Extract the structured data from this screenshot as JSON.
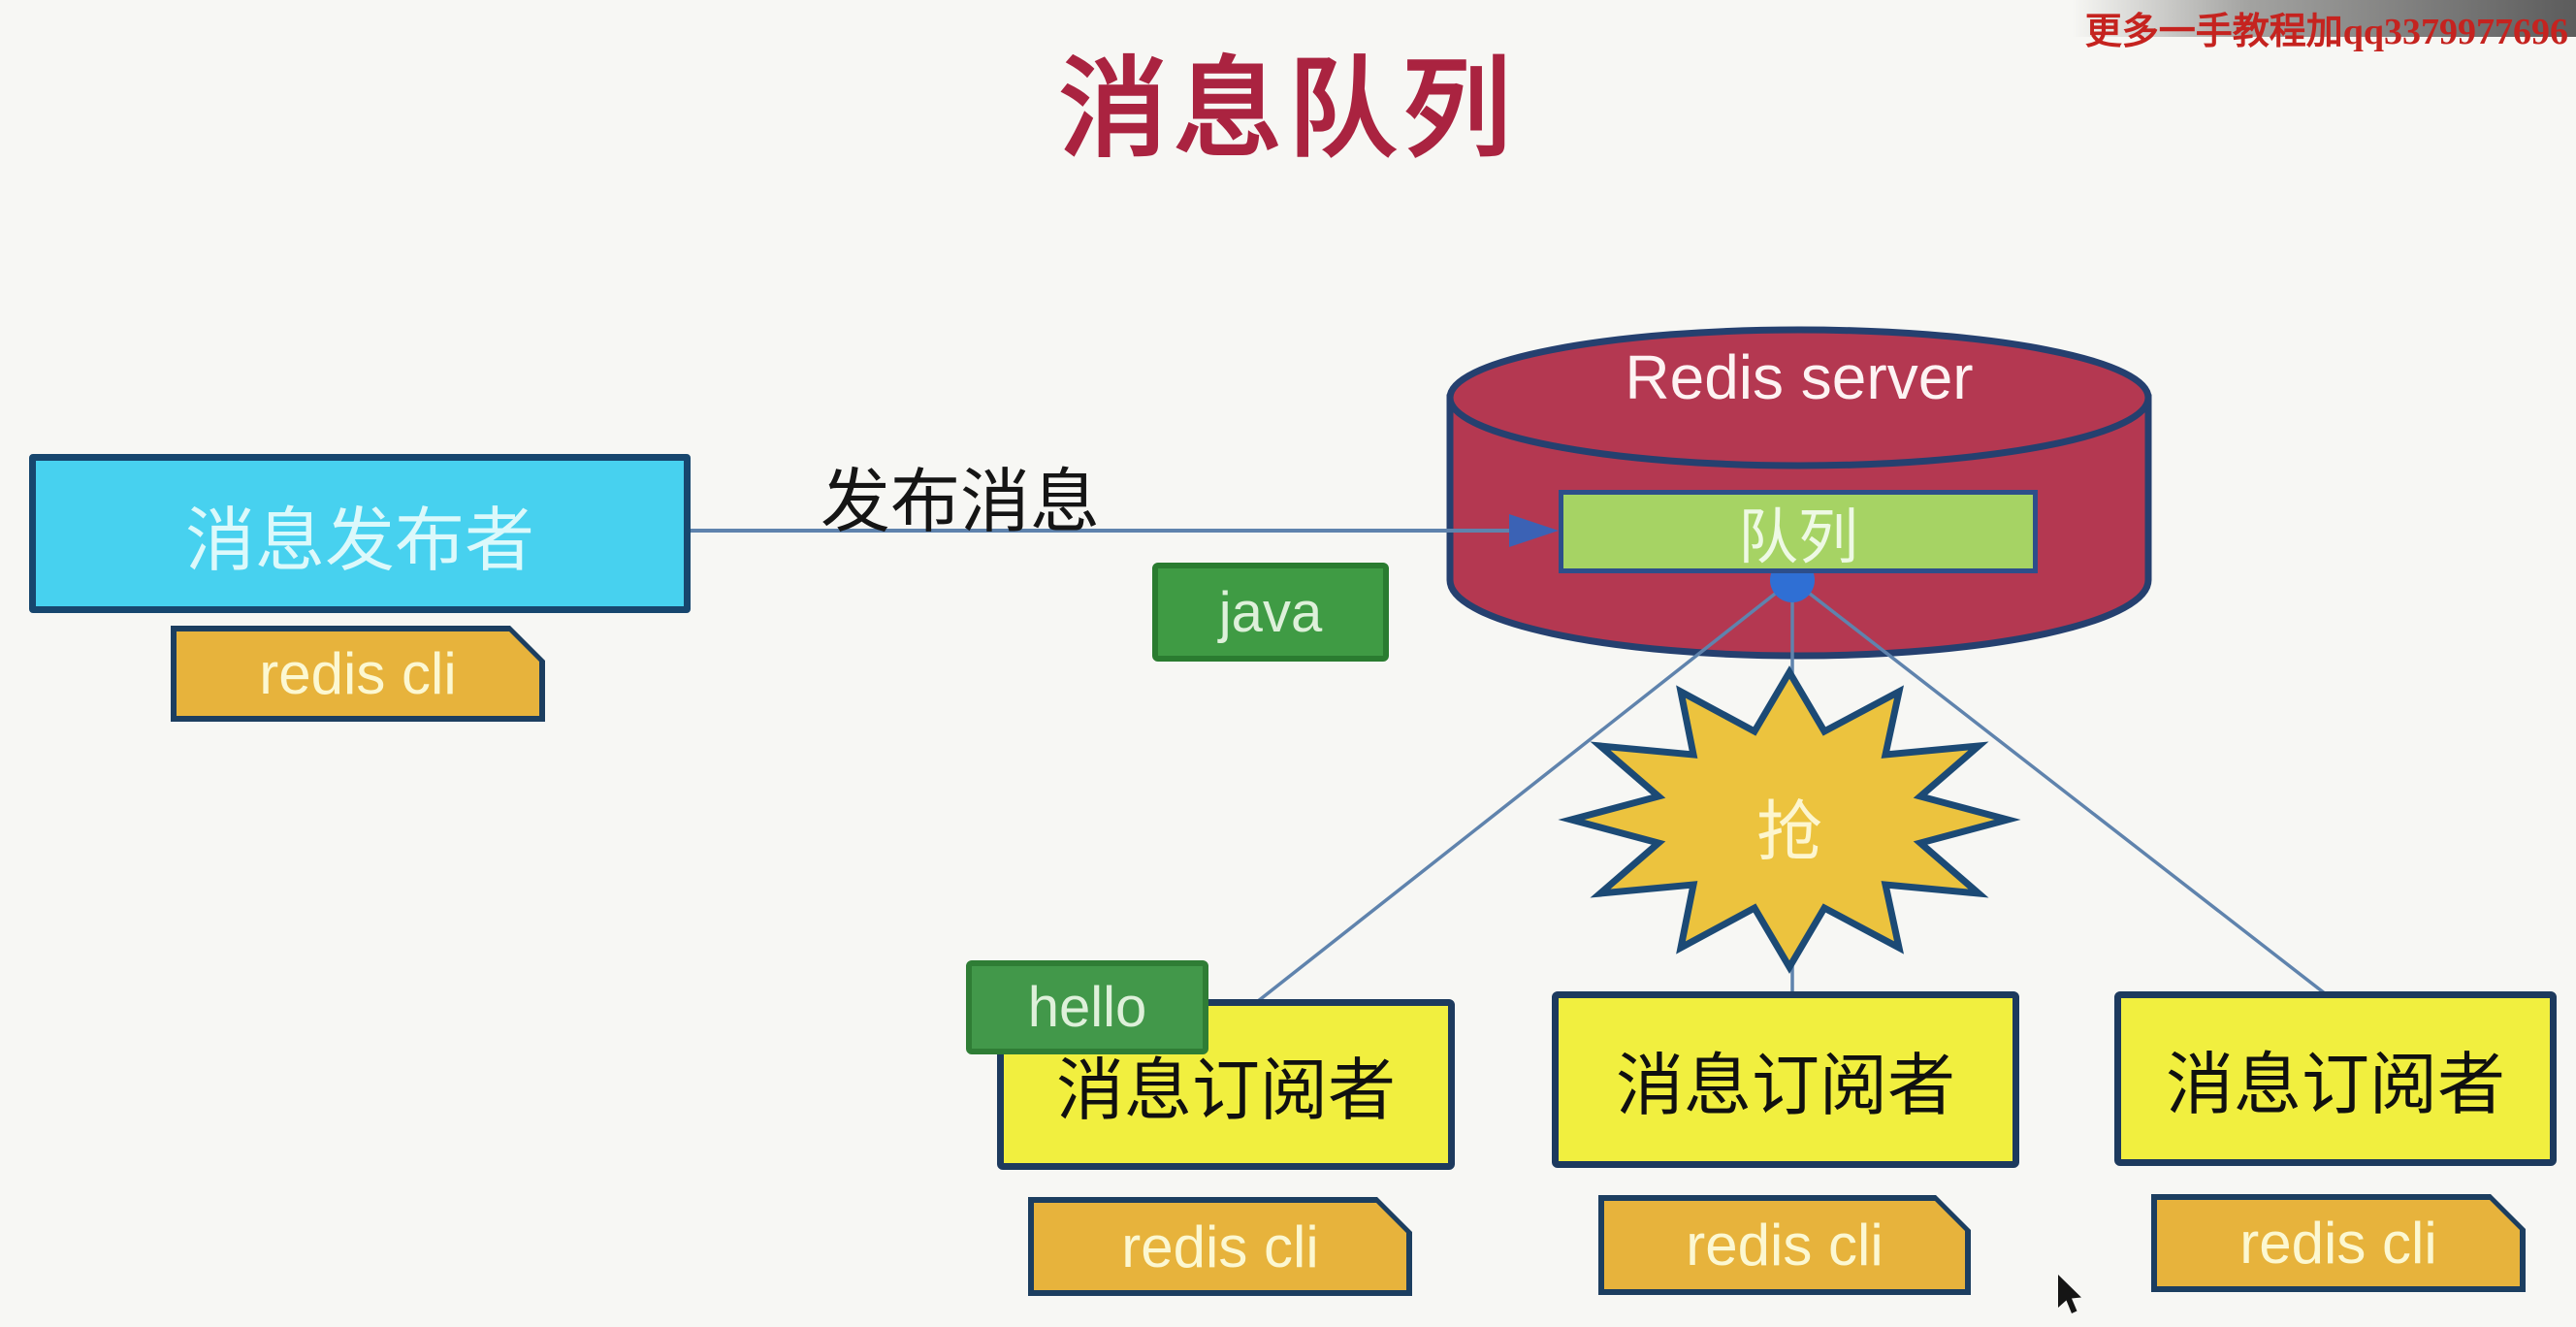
{
  "page": {
    "title": "消息队列",
    "watermark": "更多一手教程加qq3379977696"
  },
  "publisher": {
    "label": "消息发布者",
    "client_label": "redis cli"
  },
  "flow": {
    "publish_label": "发布消息",
    "producer_lang_label": "java",
    "message_label": "hello",
    "contend_label": "抢"
  },
  "server": {
    "title": "Redis server",
    "queue_label": "队列"
  },
  "subscribers": [
    {
      "label": "消息订阅者",
      "client_label": "redis cli"
    },
    {
      "label": "消息订阅者",
      "client_label": "redis cli"
    },
    {
      "label": "消息订阅者",
      "client_label": "redis cli"
    }
  ],
  "colors": {
    "background": "#f7f7f4",
    "title_red": "#aa2340",
    "watermark_red": "#c5231f",
    "publisher_cyan": "#47d1ef",
    "box_border_navy": "#1d3a5e",
    "cli_amber": "#e7b33c",
    "java_green": "#3f9b44",
    "cylinder_crimson": "#b43851",
    "queue_green": "#a6d364",
    "subscriber_yellow": "#f1ef3f",
    "star_gold": "#ecc33e",
    "connector_blue": "#5f83ad",
    "node_dot_blue": "#2f6fd4"
  }
}
